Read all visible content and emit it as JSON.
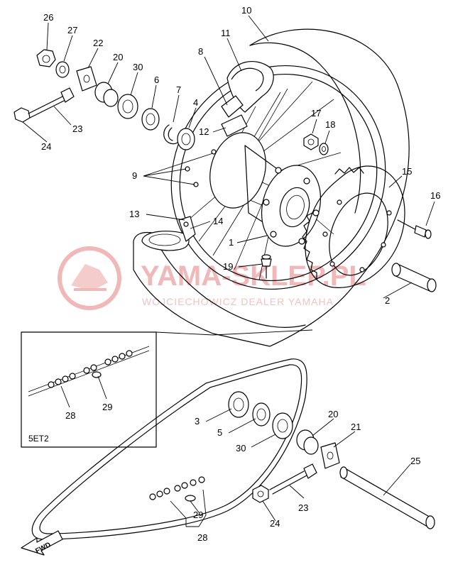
{
  "watermark": {
    "brand": "YAMA-SKLEP.PL",
    "subtitle": "WOJCIECHOWICZ DEALER YAMAHA",
    "color": "#e8a0a0"
  },
  "inset": {
    "code": "5ET2"
  },
  "direction_label": "FWD",
  "callouts": [
    {
      "id": "c26",
      "n": "26"
    },
    {
      "id": "c27",
      "n": "27"
    },
    {
      "id": "c22",
      "n": "22"
    },
    {
      "id": "c20a",
      "n": "20"
    },
    {
      "id": "c30a",
      "n": "30"
    },
    {
      "id": "c6",
      "n": "6"
    },
    {
      "id": "c7",
      "n": "7"
    },
    {
      "id": "c4",
      "n": "4"
    },
    {
      "id": "c8",
      "n": "8"
    },
    {
      "id": "c11",
      "n": "11"
    },
    {
      "id": "c10",
      "n": "10"
    },
    {
      "id": "c23a",
      "n": "23"
    },
    {
      "id": "c24a",
      "n": "24"
    },
    {
      "id": "c12",
      "n": "12"
    },
    {
      "id": "c17",
      "n": "17"
    },
    {
      "id": "c18",
      "n": "18"
    },
    {
      "id": "c9",
      "n": "9"
    },
    {
      "id": "c15",
      "n": "15"
    },
    {
      "id": "c16",
      "n": "16"
    },
    {
      "id": "c13",
      "n": "13"
    },
    {
      "id": "c14",
      "n": "14"
    },
    {
      "id": "c1",
      "n": "1"
    },
    {
      "id": "c19",
      "n": "19"
    },
    {
      "id": "c2",
      "n": "2"
    },
    {
      "id": "c28a",
      "n": "28"
    },
    {
      "id": "c29a",
      "n": "29"
    },
    {
      "id": "c3",
      "n": "3"
    },
    {
      "id": "c5",
      "n": "5"
    },
    {
      "id": "c30b",
      "n": "30"
    },
    {
      "id": "c20b",
      "n": "20"
    },
    {
      "id": "c21",
      "n": "21"
    },
    {
      "id": "c25",
      "n": "25"
    },
    {
      "id": "c23b",
      "n": "23"
    },
    {
      "id": "c24b",
      "n": "24"
    },
    {
      "id": "c29b",
      "n": "29"
    },
    {
      "id": "c28b",
      "n": "28"
    }
  ]
}
